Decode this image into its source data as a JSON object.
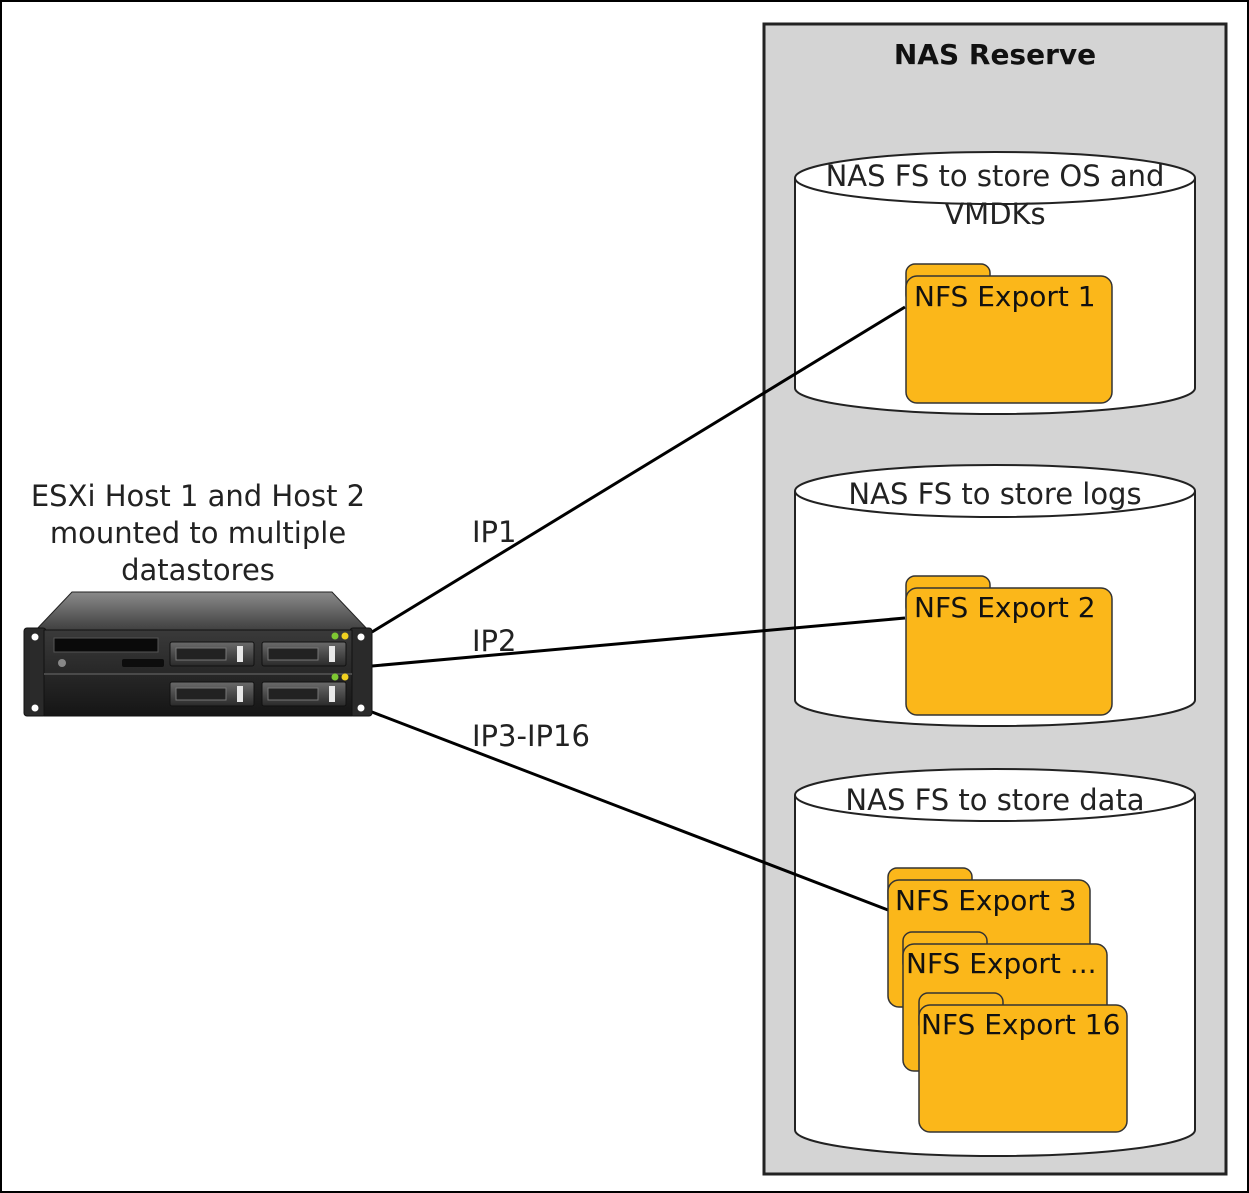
{
  "nas_reserve": {
    "title": "NAS Reserve"
  },
  "filesystems": [
    {
      "label_line1": "NAS FS to store OS and",
      "label_line2": "VMDKs"
    },
    {
      "label_line1": "NAS FS to store logs",
      "label_line2": ""
    },
    {
      "label_line1": "NAS FS to store data",
      "label_line2": ""
    }
  ],
  "exports": {
    "e1": "NFS Export 1",
    "e2": "NFS Export 2",
    "e3": "NFS Export 3",
    "e_mid": "NFS Export ...",
    "e16": "NFS Export 16"
  },
  "host": {
    "line1": "ESXi Host 1 and Host 2",
    "line2": "mounted to multiple",
    "line3": "datastores",
    "icon": "server-icon"
  },
  "connections": {
    "ip1": "IP1",
    "ip2": "IP2",
    "ip3": "IP3-IP16"
  },
  "colors": {
    "folder_fill": "#fbb71a",
    "folder_stroke": "#333333",
    "panel_fill": "#d4d4d4",
    "cylinder_fill": "#ffffff",
    "line": "#000000"
  }
}
